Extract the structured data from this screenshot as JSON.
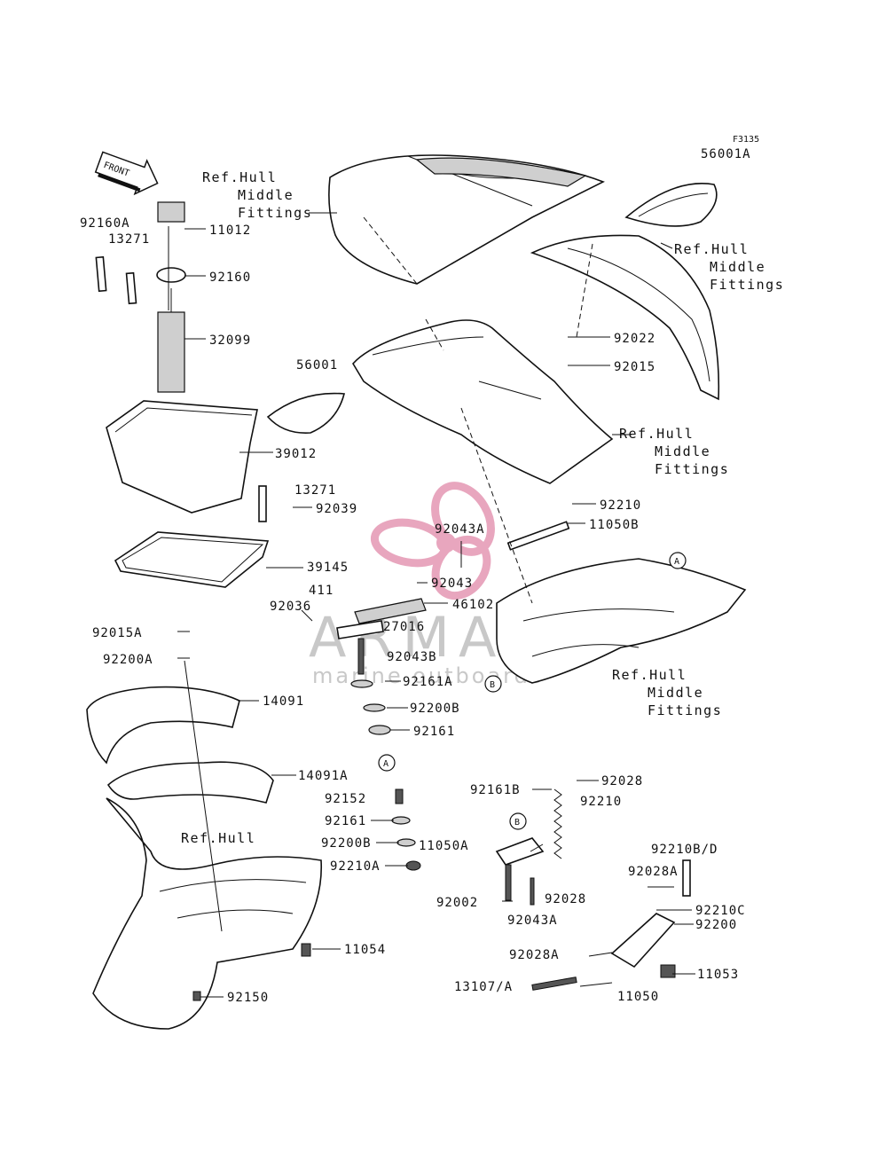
{
  "figure_code": "F3135",
  "front_arrow_label": "FRONT",
  "watermark": {
    "brand": "ARMADA",
    "tagline": "marine outboards",
    "logo_color": "#e8a6be"
  },
  "refs": {
    "hull_middle_fittings": [
      "Ref.Hull",
      "Middle",
      "Fittings"
    ],
    "hull": "Ref.Hull"
  },
  "callouts": {
    "a": "A",
    "b": "B"
  },
  "parts": {
    "p56001A": "56001A",
    "p92160A": "92160A",
    "p13271_top": "13271",
    "p11012": "11012",
    "p92160": "92160",
    "p32099": "32099",
    "p56001": "56001",
    "p92022": "92022",
    "p92015": "92015",
    "p39012": "39012",
    "p13271_mid": "13271",
    "p92039": "92039",
    "p92210_top": "92210",
    "p11050B": "11050B",
    "p92043A_top": "92043A",
    "p39145": "39145",
    "p92043": "92043",
    "p411": "411",
    "p46102": "46102",
    "p92036": "92036",
    "p27016": "27016",
    "p92015A": "92015A",
    "p92043B": "92043B",
    "p92200A": "92200A",
    "p92161A": "92161A",
    "p92200B_top": "92200B",
    "p14091": "14091",
    "p92161_top": "92161",
    "p14091A": "14091A",
    "p92152": "92152",
    "p92161_low": "92161",
    "p92200B_low": "92200B",
    "p92210A": "92210A",
    "p92161B": "92161B",
    "p92028_top": "92028",
    "p92210_mid": "92210",
    "p11050A": "11050A",
    "p92210BD": "92210B/D",
    "p92028A_top": "92028A",
    "p92002": "92002",
    "p92028_low": "92028",
    "p92043A_low": "92043A",
    "p92210C": "92210C",
    "p92200": "92200",
    "p92028A_low": "92028A",
    "p11054": "11054",
    "p11053": "11053",
    "p13107A": "13107/A",
    "p11050": "11050",
    "p92150": "92150"
  }
}
